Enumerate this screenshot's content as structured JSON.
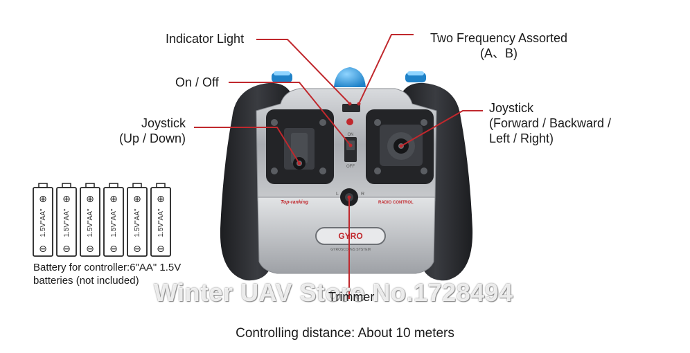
{
  "callouts": {
    "indicator_light": "Indicator Light",
    "frequency_line1": "Two Frequency Assorted",
    "frequency_line2": "(A、B)",
    "on_off": "On / Off",
    "joystick_left_line1": "Joystick",
    "joystick_left_line2": "(Up / Down)",
    "joystick_right_line1": "Joystick",
    "joystick_right_line2": "(Forward / Backward /",
    "joystick_right_line3": "Left / Right)",
    "trimmer": "Trimmer"
  },
  "controller": {
    "brand_left": "Top-ranking",
    "brand_right": "RADIO CONTROL",
    "badge": "GYRO",
    "badge_sub": "GYROSCOPES SYSTEM",
    "switch_on": "ON",
    "switch_off": "OFF",
    "trim_left": "L",
    "trim_right": "R"
  },
  "batteries": {
    "label": "1.5V\"AA\"",
    "count": 6,
    "caption_line1": "Battery for controller:6\"AA\" 1.5V",
    "caption_line2": "batteries (not included)"
  },
  "watermark": "Winter UAV Store No.1728494",
  "footer": "Controlling distance: About 10 meters",
  "colors": {
    "callout_line": "#c0282d",
    "grip": "#2b2d31",
    "faceplate": "#b9bcc0",
    "accent_blue": "#2aa0e0"
  }
}
